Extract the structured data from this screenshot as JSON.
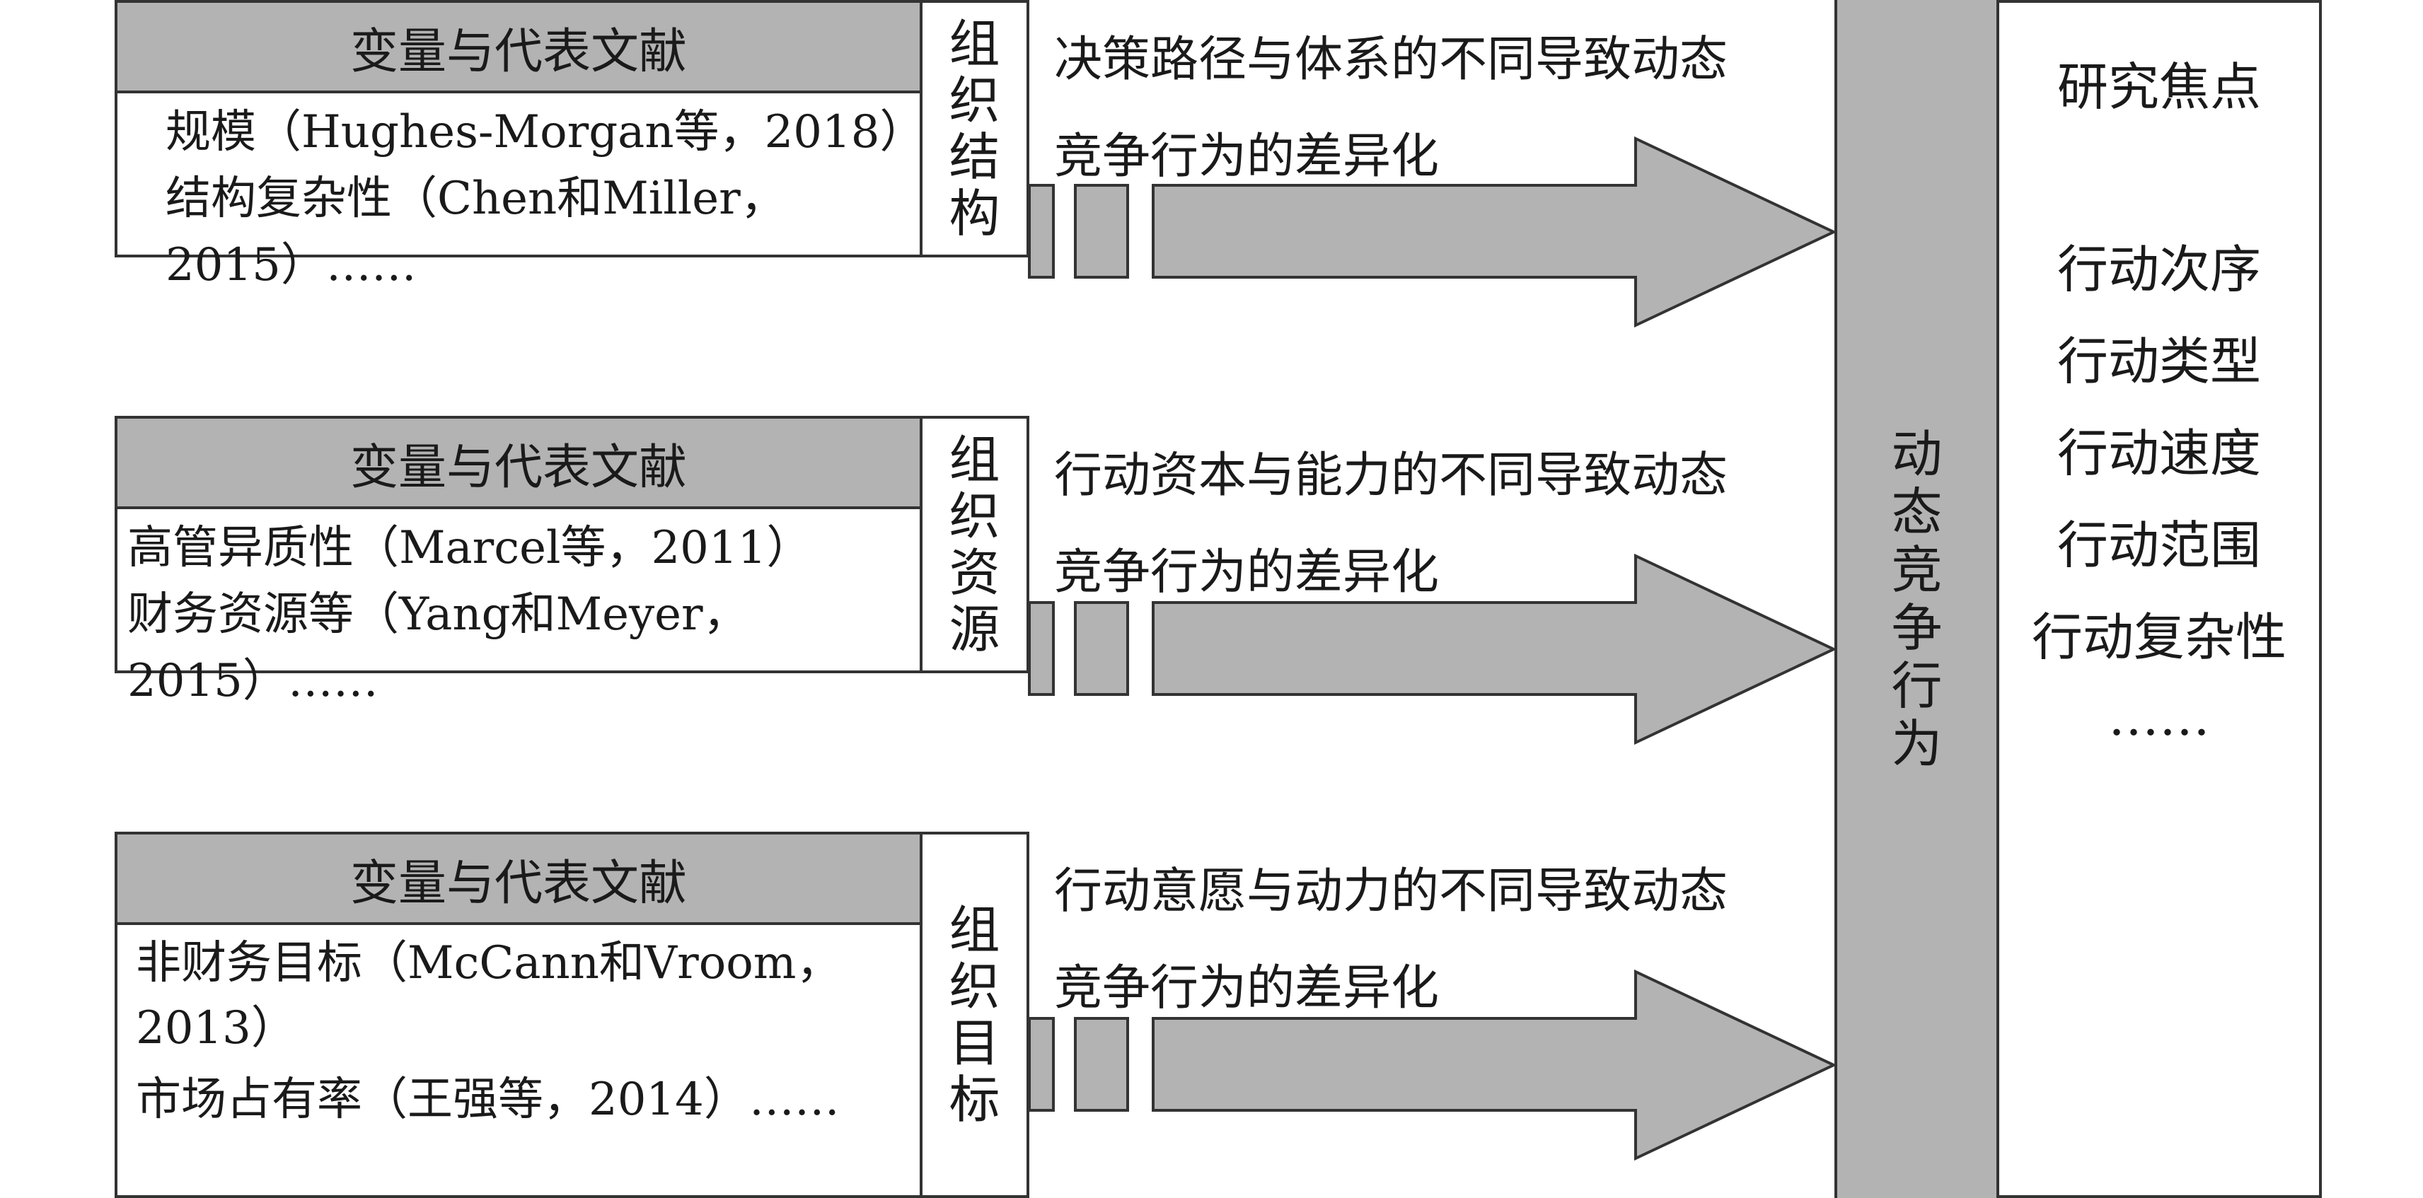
{
  "factors": [
    {
      "header": "变量与代表文献",
      "lines": [
        "规模（Hughes-Morgan等，2018）",
        "结构复杂性（Chen和Miller，",
        "2015）……"
      ],
      "side": [
        "组",
        "织",
        "结",
        "构"
      ],
      "caption": [
        "决策路径与体系的不同导致动态",
        "竞争行为的差异化"
      ]
    },
    {
      "header": "变量与代表文献",
      "lines": [
        "高管异质性（Marcel等，2011）",
        "财务资源等（Yang和Meyer，",
        "2015）……"
      ],
      "side": [
        "组",
        "织",
        "资",
        "源"
      ],
      "caption": [
        "行动资本与能力的不同导致动态",
        "竞争行为的差异化"
      ]
    },
    {
      "header": "变量与代表文献",
      "lines": [
        "非财务目标（McCann和Vroom，",
        "2013）",
        "市场占有率（王强等，2014）……"
      ],
      "side": [
        "组",
        "织",
        "目",
        "标"
      ],
      "caption": [
        "行动意愿与动力的不同导致动态",
        "竞争行为的差异化"
      ]
    }
  ],
  "center": [
    "动",
    "态",
    "竞",
    "争",
    "行",
    "为"
  ],
  "focus": {
    "title": "研究焦点",
    "items": [
      "行动次序",
      "行动类型",
      "行动速度",
      "行动范围",
      "行动复杂性",
      "……"
    ]
  }
}
